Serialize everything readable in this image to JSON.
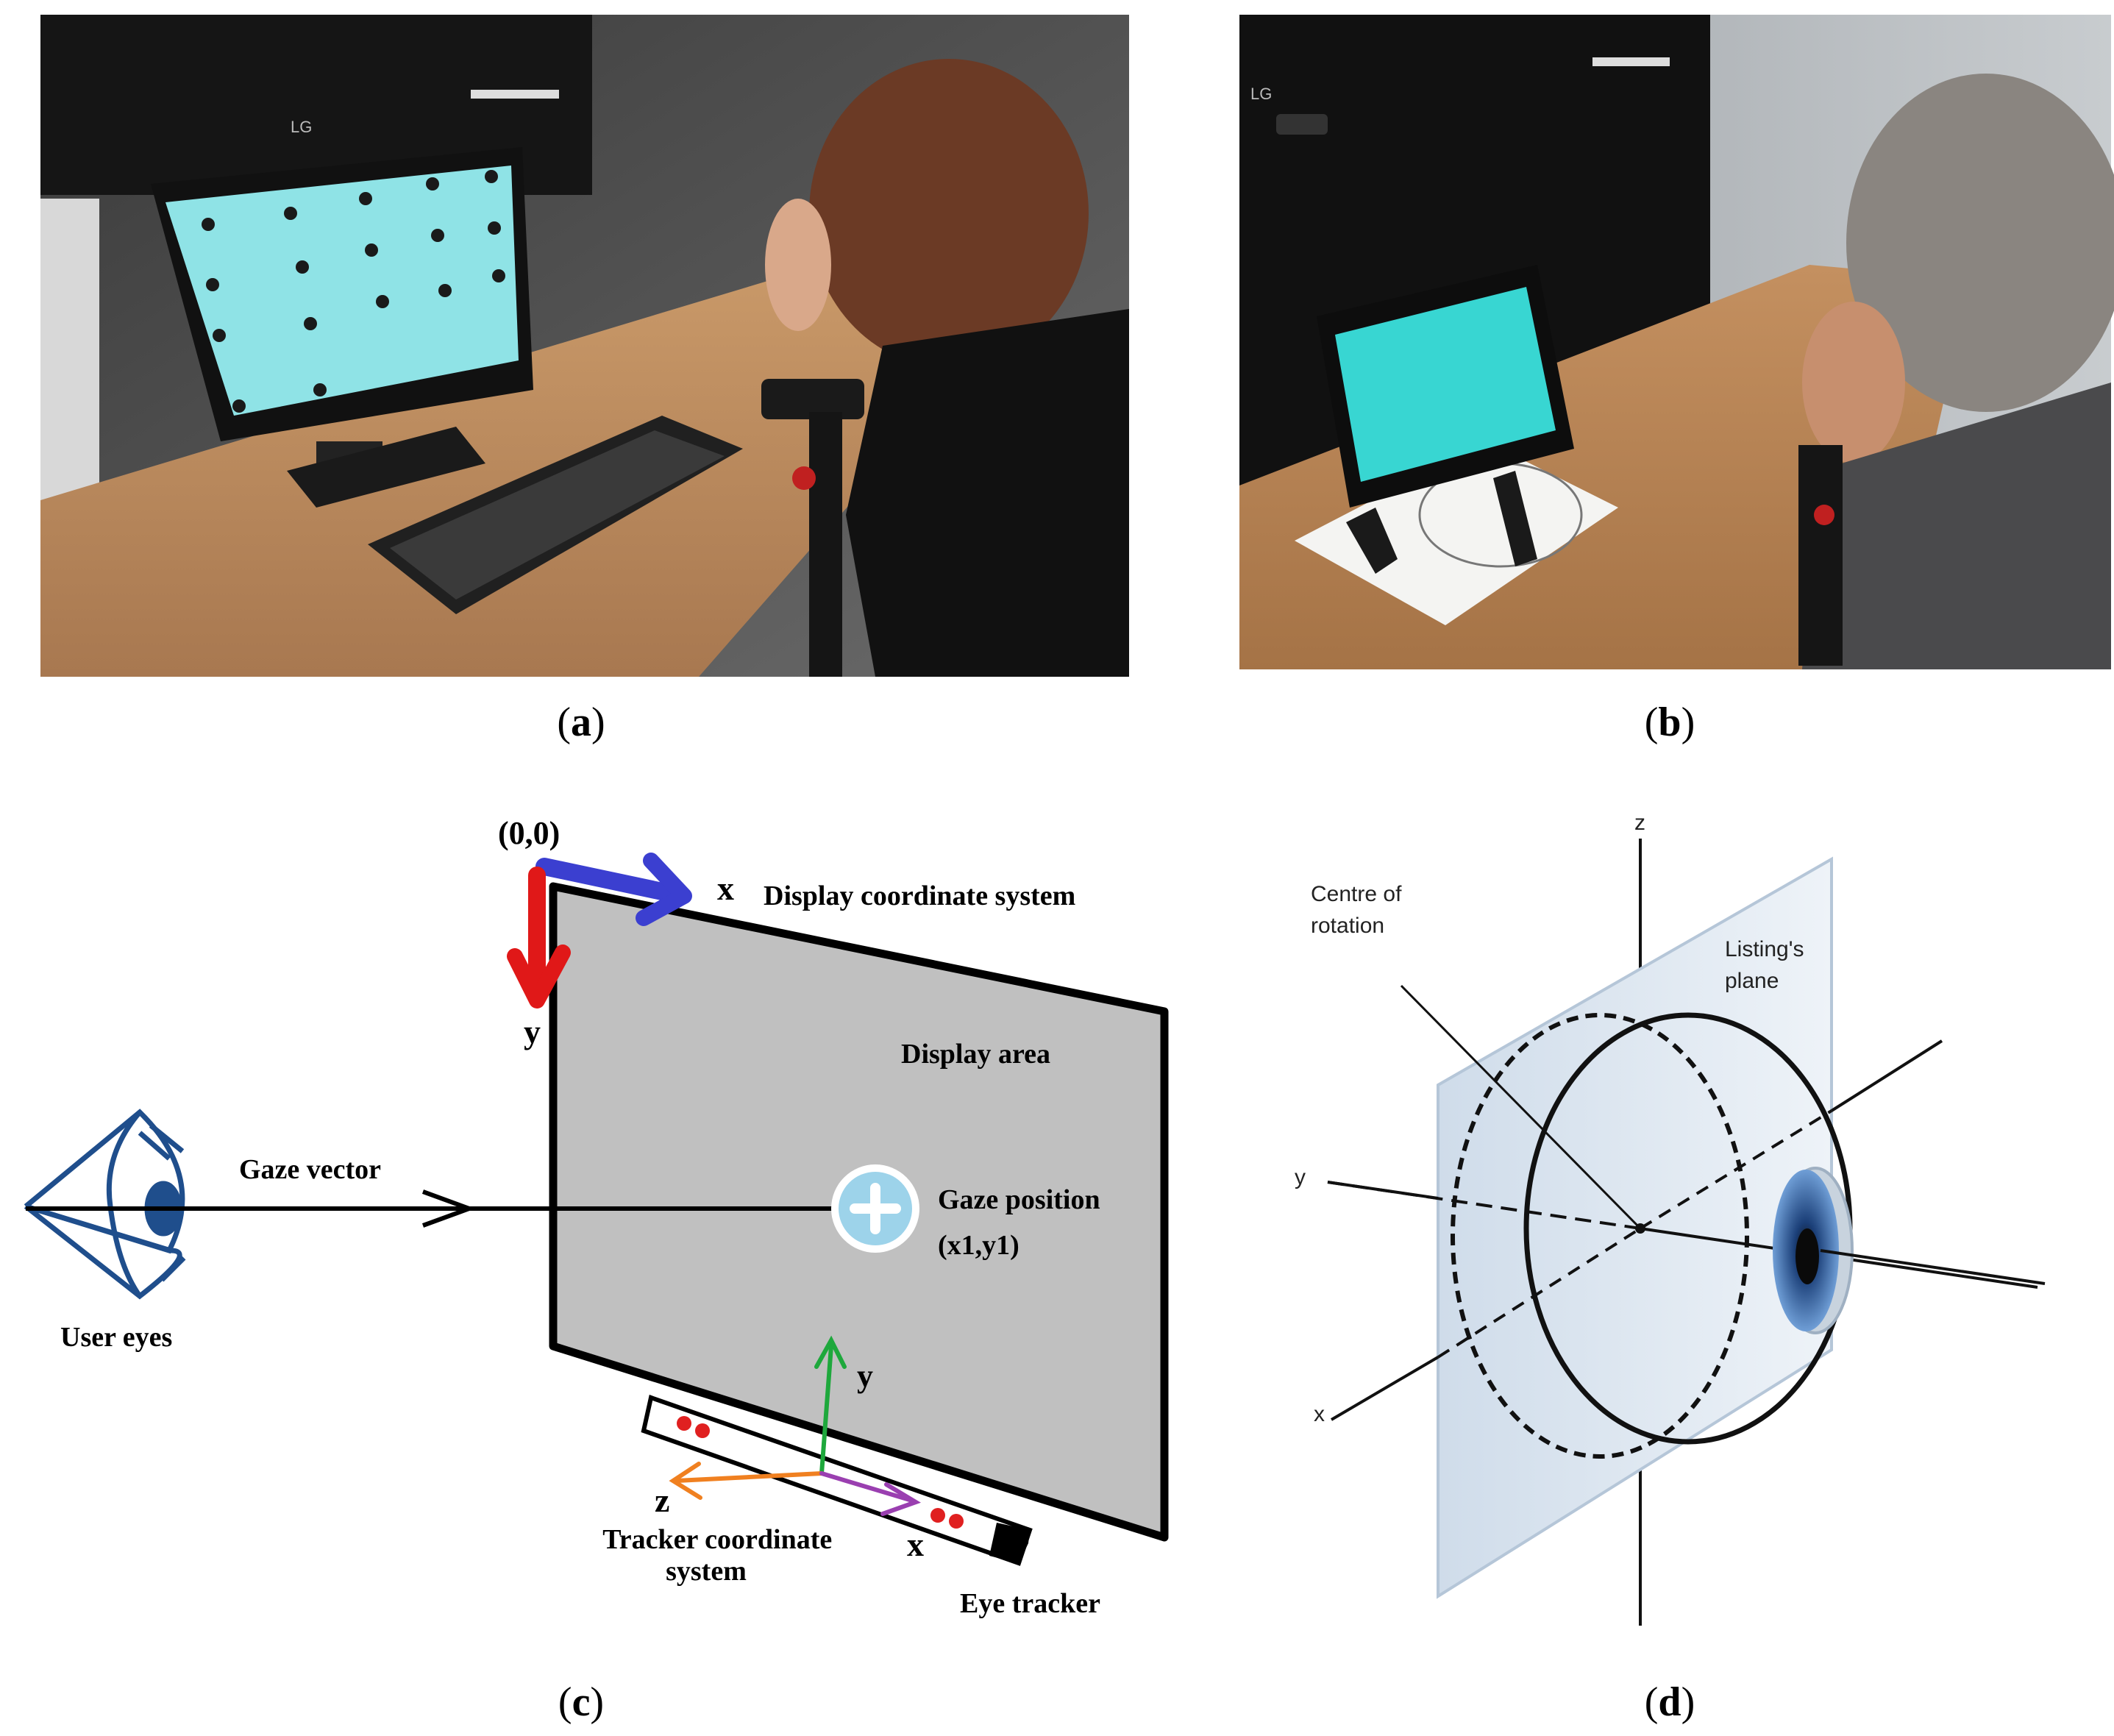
{
  "panels": {
    "a": {
      "caption": "(a)",
      "caption_letter": "a"
    },
    "b": {
      "caption": "(b)",
      "caption_letter": "b"
    },
    "c": {
      "caption": "(c)",
      "caption_letter": "c"
    },
    "d": {
      "caption": "(d)",
      "caption_letter": "d"
    }
  },
  "photo_a": {
    "monitor_brand": "LG"
  },
  "photo_b": {
    "monitor_brand": "LG"
  },
  "diagram_c": {
    "origin_label": "(0,0)",
    "display_x_label": "x",
    "display_y_label": "y",
    "display_coordinate_system_label": "Display coordinate system",
    "display_area_label": "Display area",
    "gaze_vector_label": "Gaze vector",
    "gaze_position_label": "Gaze position",
    "gaze_position_coords": "(x1,y1)",
    "user_eyes_label": "User eyes",
    "tracker_y_label": "y",
    "tracker_z_label": "z",
    "tracker_x_label": "x",
    "tracker_coord_line1": "Tracker coordinate",
    "tracker_coord_line2": "system",
    "eye_tracker_label": "Eye tracker",
    "colors": {
      "display_x_axis": "#3b3fd0",
      "display_y_axis": "#e01818",
      "display_area": "#c0c0c0",
      "gaze_marker": "#9dd3ea",
      "eye": "#1f4e8c",
      "tracker_y": "#1ea83c",
      "tracker_z": "#f08020",
      "tracker_x": "#9a3fb0",
      "tracker_leds": "#e02020"
    }
  },
  "diagram_d": {
    "z_label": "z",
    "y_label": "y",
    "x_label": "x",
    "centre_line1": "Centre of",
    "centre_line2": "rotation",
    "listing_line1": "Listing's",
    "listing_line2": "plane",
    "colors": {
      "plane": "#dde8f3",
      "iris": "#3b6fb0",
      "pupil": "#0a0a0a"
    }
  }
}
